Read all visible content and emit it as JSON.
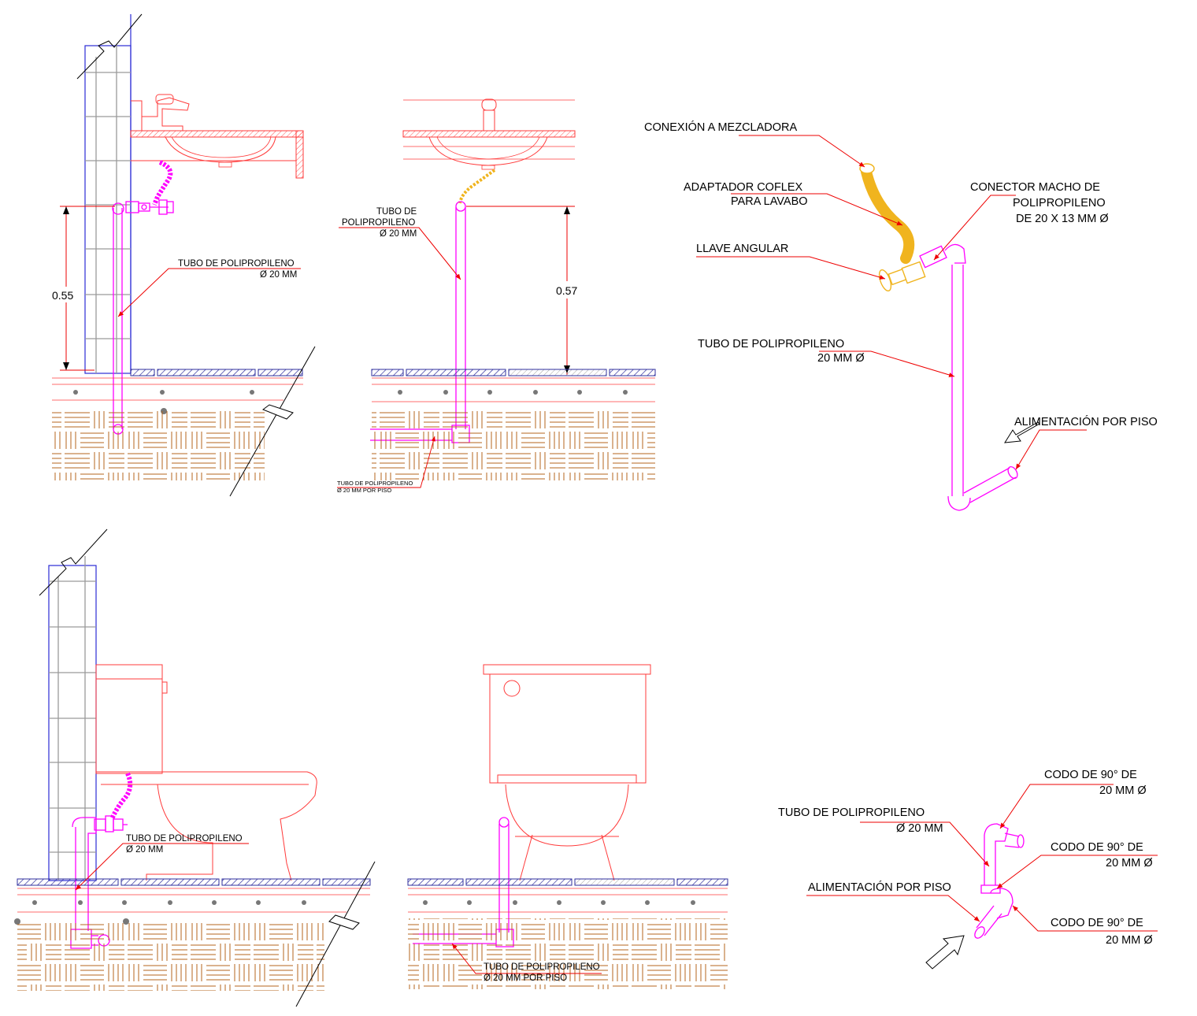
{
  "colors": {
    "pipe": "#ff00ff",
    "fixture": "#ff3b3b",
    "wall": "#2b2bd6",
    "floor_tile": "#2f2f9e",
    "earth": "#b4641e",
    "hose": "#f0b41e",
    "leader": "#ee0000",
    "grid": "#9a9a9a"
  },
  "lavatory_side": {
    "dimension": "0.55",
    "pipe_label": [
      "TUBO DE POLIPROPILENO",
      "Ø 20 MM"
    ]
  },
  "lavatory_front": {
    "dimension": "0.57",
    "pipe_label": [
      "TUBO DE",
      "POLIPROPILENO",
      "Ø 20 MM"
    ],
    "floor_pipe_label": [
      "TUBO DE POLIPROPILENO",
      "Ø 20 MM POR PISO"
    ]
  },
  "lavatory_iso": {
    "labels": {
      "mixer": "CONEXIÓN A MEZCLADORA",
      "adapter": [
        "ADAPTADOR COFLEX",
        "PARA LAVABO"
      ],
      "connector": [
        "CONECTOR MACHO DE",
        "POLIPROPILENO",
        "DE 20 X 13 MM Ø"
      ],
      "valve": "LLAVE ANGULAR",
      "pipe": [
        "TUBO DE POLIPROPILENO",
        "20 MM Ø"
      ],
      "feed": "ALIMENTACIÓN POR PISO"
    }
  },
  "toilet_side": {
    "pipe_label": [
      "TUBO DE POLIPROPILENO",
      "Ø 20 MM"
    ]
  },
  "toilet_front": {
    "floor_pipe_label": [
      "TUBO DE POLIPROPILENO",
      "Ø 20 MM POR PISO"
    ]
  },
  "toilet_iso": {
    "labels": {
      "elbow_top": [
        "CODO DE 90° DE",
        "20 MM Ø"
      ],
      "pipe": [
        "TUBO DE POLIPROPILENO",
        "Ø 20 MM"
      ],
      "elbow_mid": [
        "CODO DE 90° DE",
        "20 MM Ø"
      ],
      "feed": "ALIMENTACIÓN POR PISO",
      "elbow_bottom": [
        "CODO DE 90° DE",
        "20 MM Ø"
      ]
    }
  }
}
